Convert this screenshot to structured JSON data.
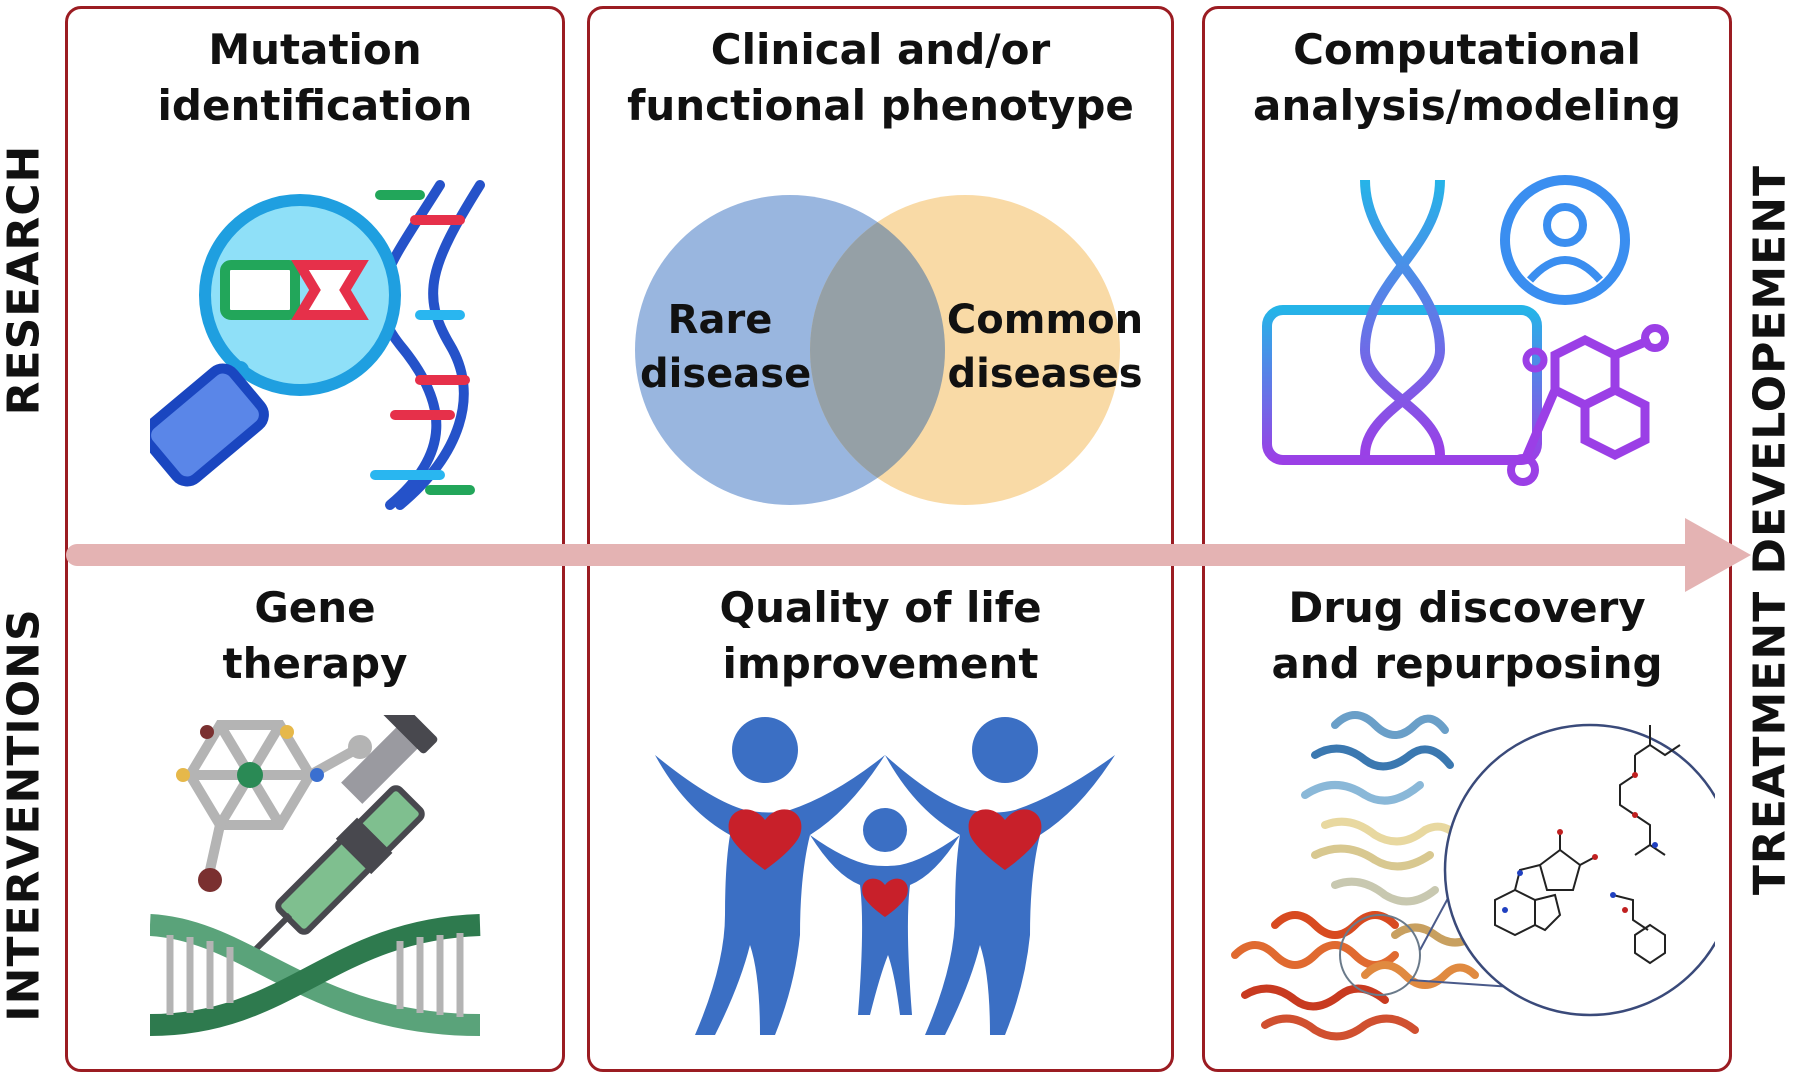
{
  "side_labels": {
    "research": "RESEARCH",
    "interventions": "INTERVENTIONS",
    "treatment": "TREATMENT DEVELOPEMENT"
  },
  "research": {
    "mutation": [
      "Mutation",
      "identification"
    ],
    "phenotype": [
      "Clinical and/or",
      "functional phenotype"
    ],
    "computational": [
      "Computational",
      "analysis/modeling"
    ]
  },
  "interventions": {
    "gene": [
      "Gene",
      "therapy"
    ],
    "quality": [
      "Quality of life",
      "improvement"
    ],
    "drug": [
      "Drug discovery",
      "and repurposing"
    ]
  },
  "venn": {
    "left": [
      "Rare",
      "disease"
    ],
    "right": [
      "Common",
      "diseases"
    ],
    "left_color": "#8eaedb",
    "right_color": "#f8d497"
  },
  "colors": {
    "panel_border": "#9b1c22",
    "arrow": "#e4b3b3",
    "people_blue": "#3b6fc4",
    "heart_red": "#c8202a"
  },
  "icons": [
    "magnifier-dna-icon",
    "venn-diagram",
    "computer-dna-molecule-icon",
    "syringe-molecule-dna-icon",
    "family-hearts-icon",
    "protein-molecule-icon"
  ]
}
